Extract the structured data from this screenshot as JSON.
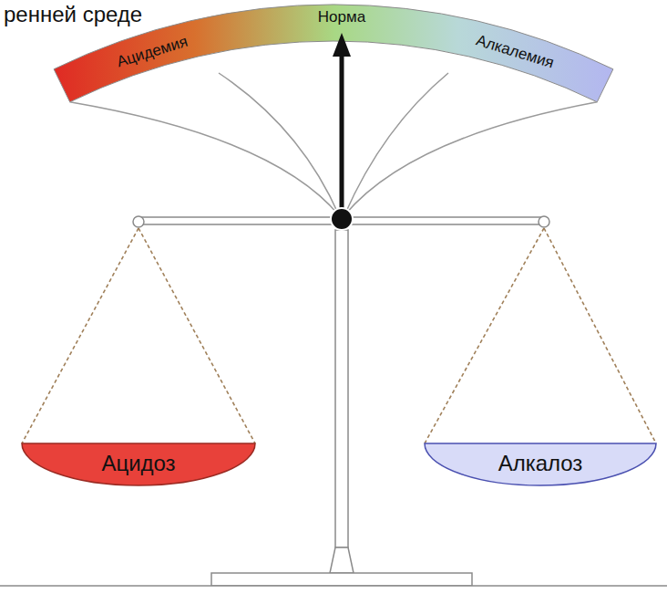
{
  "diagram": {
    "title": "ренней среде",
    "nodes": [
      {
        "text": [
          "Ацидоз"
        ]
      },
      {
        "text": [
          "Алкалоз"
        ]
      }
    ],
    "edges": [],
    "labels": [
      "Ацидемия",
      "Норма",
      "Алкалемия"
    ]
  }
}
